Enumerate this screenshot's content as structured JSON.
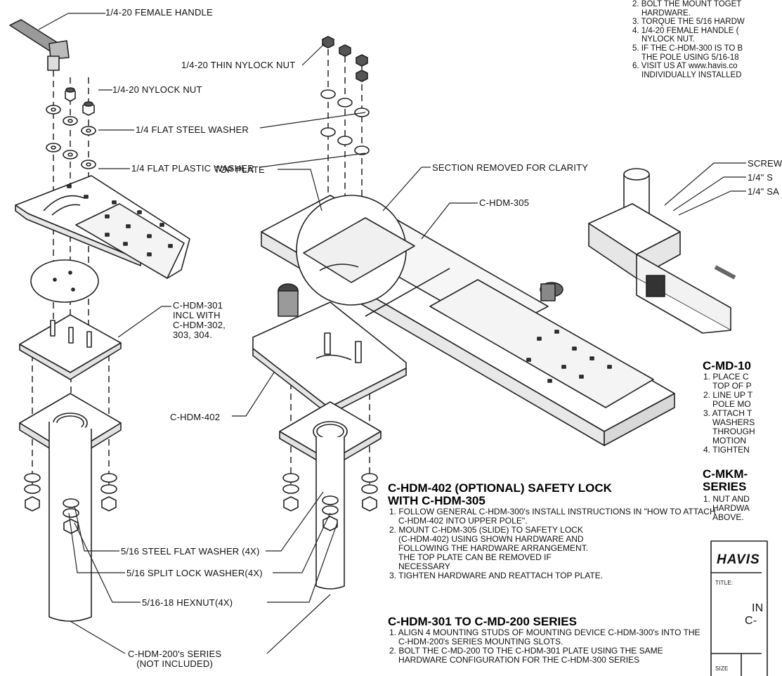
{
  "labels": {
    "female_handle": "1/4-20 FEMALE HANDLE",
    "thin_nylock": "1/4-20 THIN NYLOCK NUT",
    "nylock": "1/4-20 NYLOCK NUT",
    "steel_washer": "1/4 FLAT STEEL WASHER",
    "plastic_washer": "1/4 FLAT PLASTIC WASHER",
    "section_removed": "SECTION REMOVED FOR CLARITY",
    "top_plate": "TOP PLATE",
    "c_hdm_305": "C-HDM-305",
    "c_hdm_301": "C-HDM-301\nINCL WITH\nC-HDM-302,\n303, 304.",
    "c_hdm_402": "C-HDM-402",
    "flat_washer_516": "5/16 STEEL FLAT WASHER (4X)",
    "split_lock_516": "5/16 SPLIT LOCK WASHER(4X)",
    "hexnut_516": "5/16-18 HEXNUT(4X)",
    "c_hdm_200": "C-HDM-200's SERIES\n(NOT INCLUDED)",
    "screw_partial": "SCREW",
    "quarter_s1": "1/4\" S",
    "quarter_sa": "1/4\" SA"
  },
  "top_notes": [
    "2. BOLT THE MOUNT TOGET",
    "HARDWARE.",
    "3. TORQUE THE 5/16 HARDW",
    "4. 1/4-20 FEMALE HANDLE (",
    "NYLOCK NUT.",
    "5. IF THE C-HDM-300 IS TO B",
    "THE POLE USING 5/16-18",
    "6. VISIT US AT www.havis.co",
    "INDIVIDUALLY INSTALLED"
  ],
  "section_402": {
    "title": "C-HDM-402 (OPTIONAL) SAFETY LOCK\nWITH C-HDM-305",
    "steps": [
      "1. FOLLOW GENERAL C-HDM-300's INSTALL INSTRUCTIONS IN \"HOW TO ATTACH C-HDM-402 INTO UPPER POLE\".",
      "2. MOUNT C-HDM-305 (SLIDE) TO SAFETY LOCK (C-HDM-402)  USING SHOWN HARDWARE AND FOLLOWING THE HARDWARE ARRANGEMENT. THE TOP PLATE CAN BE REMOVED IF NECESSARY",
      "3. TIGHTEN HARDWARE AND REATTACH TOP PLATE."
    ]
  },
  "section_301": {
    "title": "C-HDM-301 TO C-MD-200 SERIES",
    "steps": [
      "1. ALIGN 4 MOUNTING STUDS OF MOUNTING DEVICE C-HDM-300's INTO THE C-HDM-200's SERIES MOUNTING SLOTS.",
      "2. BOLT THE C-MD-200 TO THE C-HDM-301 PLATE USING THE SAME HARDWARE CONFIGURATION FOR THE C-HDM-300 SERIES"
    ]
  },
  "section_md10": {
    "title": "C-MD-10",
    "steps": [
      "1. PLACE C",
      "TOP OF P",
      "2. LINE UP T",
      "POLE MO",
      "3. ATTACH T",
      "WASHERS",
      "THROUGH",
      "MOTION",
      "4. TIGHTEN"
    ]
  },
  "section_mkm": {
    "title": "C-MKM-\nSERIES",
    "steps": [
      "1. NUT AND",
      "HARDWA",
      "ABOVE."
    ]
  },
  "title_block": {
    "logo": "HAVIS",
    "title_label": "TITLE:",
    "title_line1": "IN",
    "title_line2": "C-",
    "size_label": "SIZE"
  }
}
